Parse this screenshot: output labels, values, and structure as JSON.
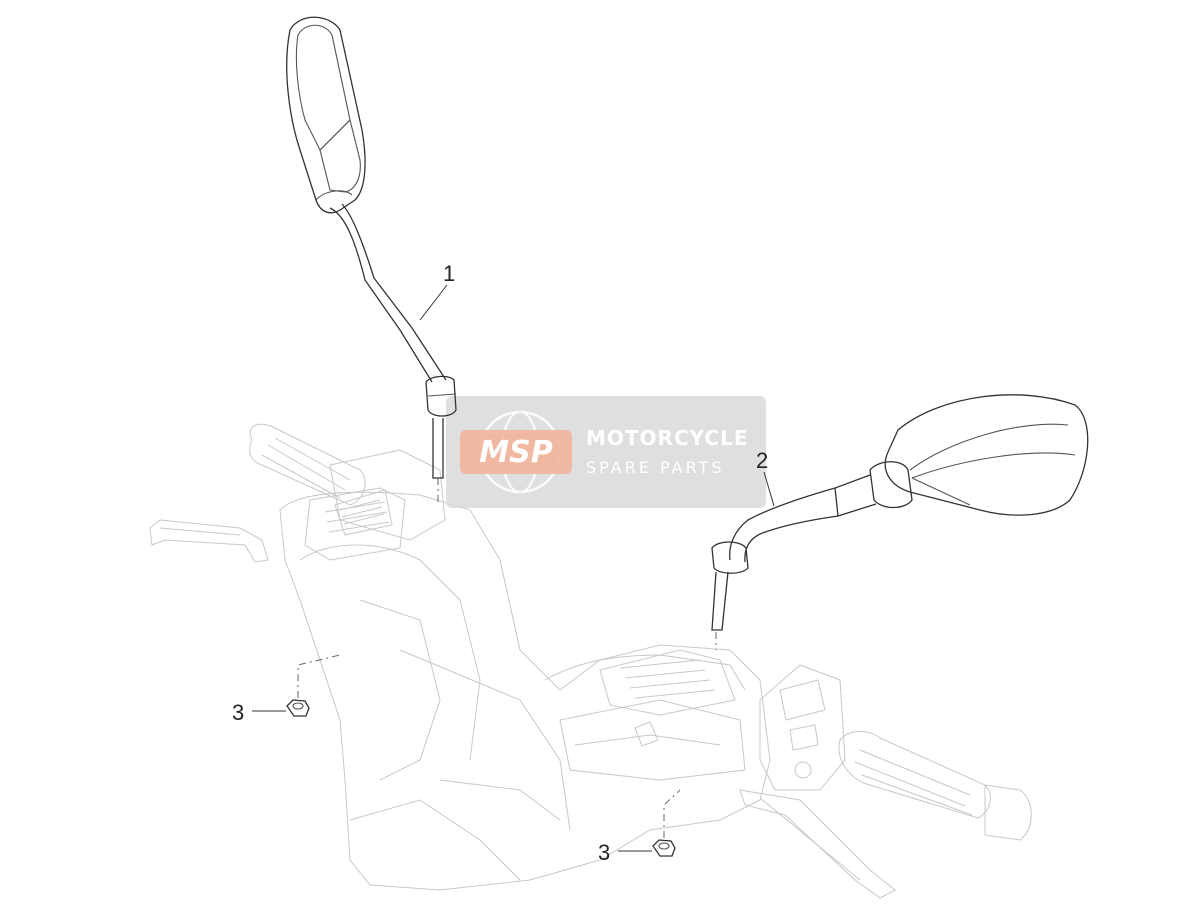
{
  "watermark": {
    "logo": "MSP",
    "line1": "MOTORCYCLE",
    "line2": "SPARE PARTS",
    "bg_color": "#d9d9d9",
    "text_color": "#ffffff",
    "logo_color": "#f2b49a"
  },
  "callouts": [
    {
      "label": "1",
      "part": "left-mirror"
    },
    {
      "label": "2",
      "part": "right-mirror"
    },
    {
      "label": "3",
      "part": "nut-left"
    },
    {
      "label": "3",
      "part": "nut-right"
    }
  ],
  "colors": {
    "line_dark": "#333333",
    "line_faint": "#c8c8c8"
  }
}
